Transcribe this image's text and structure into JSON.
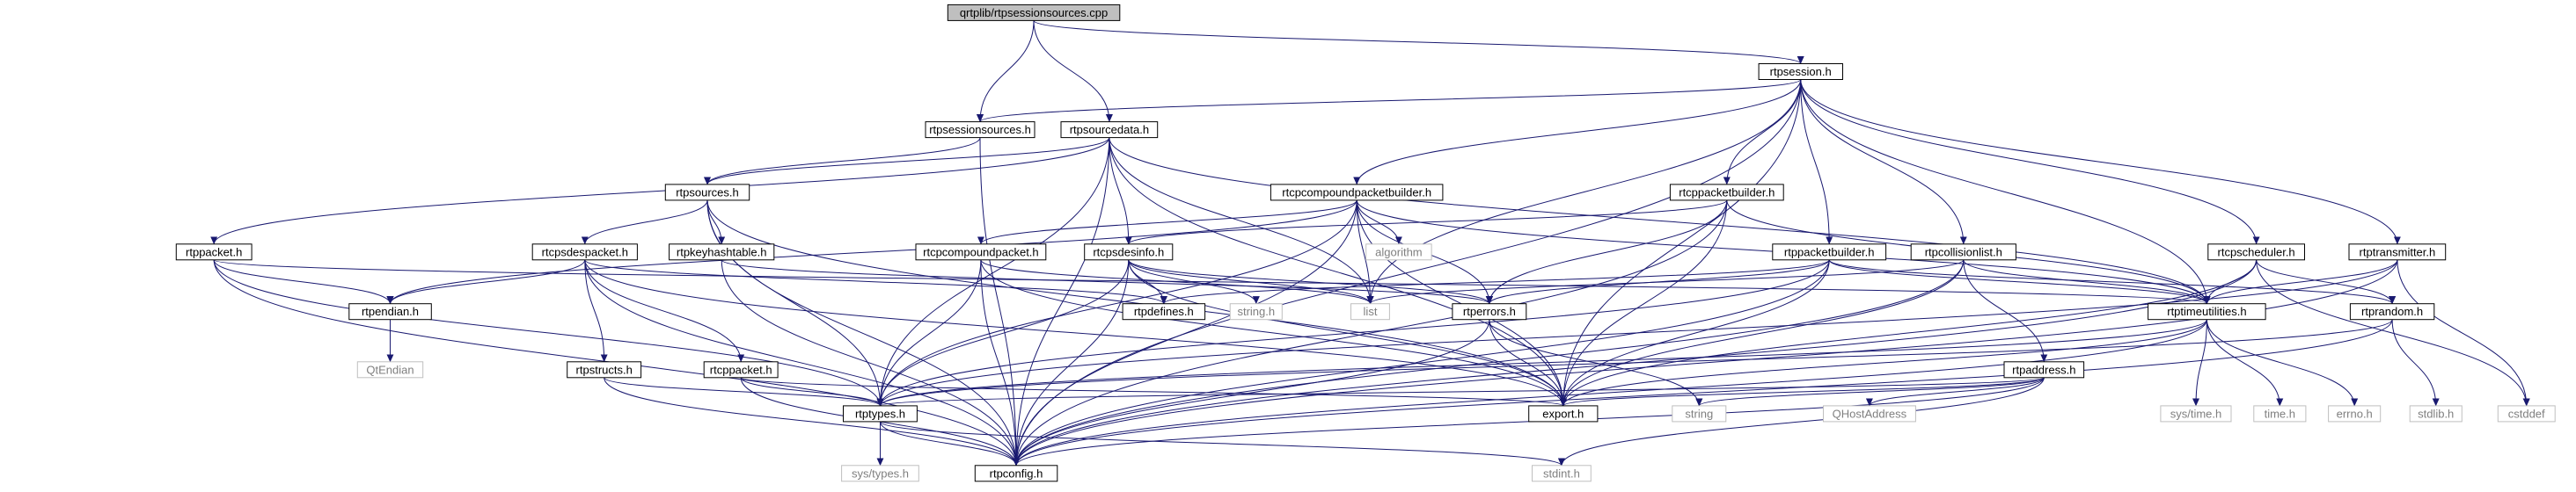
{
  "colors": {
    "edge": "#191970",
    "node_border": "#000000",
    "external_border": "#bfbfbf",
    "root_fill": "#bfbfbf",
    "node_fill": "#ffffff",
    "external_text": "#7f7f7f"
  },
  "nodes": [
    {
      "id": "root",
      "label": "qrtplib/rtpsessionsources.cpp",
      "kind": "root"
    },
    {
      "id": "rtpsession_h",
      "label": "rtpsession.h",
      "kind": "file"
    },
    {
      "id": "rtpsessionsources_h",
      "label": "rtpsessionsources.h",
      "kind": "file"
    },
    {
      "id": "rtpsourcedata_h",
      "label": "rtpsourcedata.h",
      "kind": "file"
    },
    {
      "id": "rtpsources_h",
      "label": "rtpsources.h",
      "kind": "file"
    },
    {
      "id": "rtcpcompoundpacketbuilder_h",
      "label": "rtcpcompoundpacketbuilder.h",
      "kind": "file"
    },
    {
      "id": "rtcppacketbuilder_h",
      "label": "rtcppacketbuilder.h",
      "kind": "file"
    },
    {
      "id": "rtppacket_h",
      "label": "rtppacket.h",
      "kind": "file"
    },
    {
      "id": "rtcpsdespacket_h",
      "label": "rtcpsdespacket.h",
      "kind": "file"
    },
    {
      "id": "rtpkeyhashtable_h",
      "label": "rtpkeyhashtable.h",
      "kind": "file"
    },
    {
      "id": "rtcpcompoundpacket_h",
      "label": "rtcpcompoundpacket.h",
      "kind": "file"
    },
    {
      "id": "rtcpsdesinfo_h",
      "label": "rtcpsdesinfo.h",
      "kind": "file"
    },
    {
      "id": "algorithm",
      "label": "algorithm",
      "kind": "external"
    },
    {
      "id": "rtppacketbuilder_h",
      "label": "rtppacketbuilder.h",
      "kind": "file"
    },
    {
      "id": "rtpcollisionlist_h",
      "label": "rtpcollisionlist.h",
      "kind": "file"
    },
    {
      "id": "rtcpscheduler_h",
      "label": "rtcpscheduler.h",
      "kind": "file"
    },
    {
      "id": "rtptransmitter_h",
      "label": "rtptransmitter.h",
      "kind": "file"
    },
    {
      "id": "rtpendian_h",
      "label": "rtpendian.h",
      "kind": "file"
    },
    {
      "id": "rtpdefines_h",
      "label": "rtpdefines.h",
      "kind": "file"
    },
    {
      "id": "string_h",
      "label": "string.h",
      "kind": "external"
    },
    {
      "id": "list",
      "label": "list",
      "kind": "external"
    },
    {
      "id": "rtperrors_h",
      "label": "rtperrors.h",
      "kind": "file"
    },
    {
      "id": "rtptimeutilities_h",
      "label": "rtptimeutilities.h",
      "kind": "file"
    },
    {
      "id": "rtprandom_h",
      "label": "rtprandom.h",
      "kind": "file"
    },
    {
      "id": "rtpstructs_h",
      "label": "rtpstructs.h",
      "kind": "file"
    },
    {
      "id": "rtcppacket_h",
      "label": "rtcppacket.h",
      "kind": "file"
    },
    {
      "id": "rtpaddress_h",
      "label": "rtpaddress.h",
      "kind": "file"
    },
    {
      "id": "QtEndian",
      "label": "QtEndian",
      "kind": "external"
    },
    {
      "id": "rtptypes_h",
      "label": "rtptypes.h",
      "kind": "file"
    },
    {
      "id": "export_h",
      "label": "export.h",
      "kind": "file"
    },
    {
      "id": "string",
      "label": "string",
      "kind": "external"
    },
    {
      "id": "QHostAddress",
      "label": "QHostAddress",
      "kind": "external"
    },
    {
      "id": "sys_time_h",
      "label": "sys/time.h",
      "kind": "external"
    },
    {
      "id": "time_h",
      "label": "time.h",
      "kind": "external"
    },
    {
      "id": "errno_h",
      "label": "errno.h",
      "kind": "external"
    },
    {
      "id": "stdlib_h",
      "label": "stdlib.h",
      "kind": "external"
    },
    {
      "id": "cstddef",
      "label": "cstddef",
      "kind": "external"
    },
    {
      "id": "sys_types_h",
      "label": "sys/types.h",
      "kind": "external"
    },
    {
      "id": "rtpconfig_h",
      "label": "rtpconfig.h",
      "kind": "file"
    },
    {
      "id": "stdint_h",
      "label": "stdint.h",
      "kind": "external"
    }
  ],
  "edges": [
    [
      "root",
      "rtpsession_h"
    ],
    [
      "root",
      "rtpsessionsources_h"
    ],
    [
      "root",
      "rtpsourcedata_h"
    ],
    [
      "rtpsession_h",
      "rtpsessionsources_h"
    ],
    [
      "rtpsession_h",
      "rtcpcompoundpacketbuilder_h"
    ],
    [
      "rtpsession_h",
      "rtcppacketbuilder_h"
    ],
    [
      "rtpsession_h",
      "rtppacketbuilder_h"
    ],
    [
      "rtpsession_h",
      "rtpcollisionlist_h"
    ],
    [
      "rtpsession_h",
      "rtcpscheduler_h"
    ],
    [
      "rtpsession_h",
      "rtptransmitter_h"
    ],
    [
      "rtpsession_h",
      "list"
    ],
    [
      "rtpsession_h",
      "rtptimeutilities_h"
    ],
    [
      "rtpsession_h",
      "export_h"
    ],
    [
      "rtpsession_h",
      "rtpconfig_h"
    ],
    [
      "rtpsessionsources_h",
      "rtpsources_h"
    ],
    [
      "rtpsessionsources_h",
      "rtpconfig_h"
    ],
    [
      "rtpsourcedata_h",
      "rtpsources_h"
    ],
    [
      "rtpsourcedata_h",
      "rtppacket_h"
    ],
    [
      "rtpsourcedata_h",
      "rtcpsdesinfo_h"
    ],
    [
      "rtpsourcedata_h",
      "list"
    ],
    [
      "rtpsourcedata_h",
      "rtptimeutilities_h"
    ],
    [
      "rtpsourcedata_h",
      "export_h"
    ],
    [
      "rtpsourcedata_h",
      "rtptypes_h"
    ],
    [
      "rtpsourcedata_h",
      "rtpconfig_h"
    ],
    [
      "rtpsources_h",
      "rtcpsdespacket_h"
    ],
    [
      "rtpsources_h",
      "rtpkeyhashtable_h"
    ],
    [
      "rtpsources_h",
      "export_h"
    ],
    [
      "rtpsources_h",
      "rtptypes_h"
    ],
    [
      "rtpsources_h",
      "rtpconfig_h"
    ],
    [
      "rtcpcompoundpacketbuilder_h",
      "rtcpcompoundpacket_h"
    ],
    [
      "rtcpcompoundpacketbuilder_h",
      "algorithm"
    ],
    [
      "rtcpcompoundpacketbuilder_h",
      "list"
    ],
    [
      "rtcpcompoundpacketbuilder_h",
      "rtperrors_h"
    ],
    [
      "rtcpcompoundpacketbuilder_h",
      "rtpendian_h"
    ],
    [
      "rtcpcompoundpacketbuilder_h",
      "rtptimeutilities_h"
    ],
    [
      "rtcpcompoundpacketbuilder_h",
      "export_h"
    ],
    [
      "rtcpcompoundpacketbuilder_h",
      "rtpconfig_h"
    ],
    [
      "rtcpcompoundpacketbuilder_h",
      "rtptypes_h"
    ],
    [
      "rtcppacketbuilder_h",
      "rtcpsdesinfo_h"
    ],
    [
      "rtcppacketbuilder_h",
      "rtperrors_h"
    ],
    [
      "rtcppacketbuilder_h",
      "rtptimeutilities_h"
    ],
    [
      "rtcppacketbuilder_h",
      "export_h"
    ],
    [
      "rtcppacketbuilder_h",
      "rtpconfig_h"
    ],
    [
      "rtppacket_h",
      "rtpendian_h"
    ],
    [
      "rtppacket_h",
      "rtptypes_h"
    ],
    [
      "rtppacket_h",
      "rtptimeutilities_h"
    ],
    [
      "rtppacket_h",
      "rtpconfig_h"
    ],
    [
      "rtcpsdespacket_h",
      "rtpstructs_h"
    ],
    [
      "rtcpsdespacket_h",
      "rtcppacket_h"
    ],
    [
      "rtcpsdespacket_h",
      "rtpendian_h"
    ],
    [
      "rtcpsdespacket_h",
      "rtpdefines_h"
    ],
    [
      "rtcpsdespacket_h",
      "export_h"
    ],
    [
      "rtcpsdespacket_h",
      "rtpconfig_h"
    ],
    [
      "rtpkeyhashtable_h",
      "rtperrors_h"
    ],
    [
      "rtpkeyhashtable_h",
      "rtpconfig_h"
    ],
    [
      "rtcpcompoundpacket_h",
      "list"
    ],
    [
      "rtcpcompoundpacket_h",
      "rtptypes_h"
    ],
    [
      "rtcpcompoundpacket_h",
      "export_h"
    ],
    [
      "rtcpcompoundpacket_h",
      "rtpconfig_h"
    ],
    [
      "rtcpsdesinfo_h",
      "rtpdefines_h"
    ],
    [
      "rtcpsdesinfo_h",
      "string_h"
    ],
    [
      "rtcpsdesinfo_h",
      "list"
    ],
    [
      "rtcpsdesinfo_h",
      "rtptypes_h"
    ],
    [
      "rtcpsdesinfo_h",
      "rtperrors_h"
    ],
    [
      "rtcpsdesinfo_h",
      "export_h"
    ],
    [
      "rtcpsdesinfo_h",
      "rtpconfig_h"
    ],
    [
      "rtppacketbuilder_h",
      "rtpdefines_h"
    ],
    [
      "rtppacketbuilder_h",
      "rtperrors_h"
    ],
    [
      "rtppacketbuilder_h",
      "rtptimeutilities_h"
    ],
    [
      "rtppacketbuilder_h",
      "rtprandom_h"
    ],
    [
      "rtppacketbuilder_h",
      "export_h"
    ],
    [
      "rtppacketbuilder_h",
      "rtptypes_h"
    ],
    [
      "rtppacketbuilder_h",
      "rtpconfig_h"
    ],
    [
      "rtpcollisionlist_h",
      "rtpaddress_h"
    ],
    [
      "rtpcollisionlist_h",
      "list"
    ],
    [
      "rtpcollisionlist_h",
      "rtptimeutilities_h"
    ],
    [
      "rtpcollisionlist_h",
      "export_h"
    ],
    [
      "rtpcollisionlist_h",
      "rtpconfig_h"
    ],
    [
      "rtcpscheduler_h",
      "rtptimeutilities_h"
    ],
    [
      "rtcpscheduler_h",
      "rtprandom_h"
    ],
    [
      "rtcpscheduler_h",
      "cstddef"
    ],
    [
      "rtcpscheduler_h",
      "export_h"
    ],
    [
      "rtcpscheduler_h",
      "rtpconfig_h"
    ],
    [
      "rtptransmitter_h",
      "rtptimeutilities_h"
    ],
    [
      "rtptransmitter_h",
      "cstddef"
    ],
    [
      "rtptransmitter_h",
      "rtptypes_h"
    ],
    [
      "rtptransmitter_h",
      "rtpconfig_h"
    ],
    [
      "rtpendian_h",
      "QtEndian"
    ],
    [
      "rtperrors_h",
      "string"
    ],
    [
      "rtperrors_h",
      "export_h"
    ],
    [
      "rtperrors_h",
      "rtpconfig_h"
    ],
    [
      "rtptimeutilities_h",
      "sys_time_h"
    ],
    [
      "rtptimeutilities_h",
      "time_h"
    ],
    [
      "rtptimeutilities_h",
      "errno_h"
    ],
    [
      "rtptimeutilities_h",
      "rtptypes_h"
    ],
    [
      "rtptimeutilities_h",
      "export_h"
    ],
    [
      "rtptimeutilities_h",
      "rtpconfig_h"
    ],
    [
      "rtprandom_h",
      "stdlib_h"
    ],
    [
      "rtprandom_h",
      "rtptypes_h"
    ],
    [
      "rtprandom_h",
      "rtpconfig_h"
    ],
    [
      "rtpstructs_h",
      "rtptypes_h"
    ],
    [
      "rtpstructs_h",
      "rtpconfig_h"
    ],
    [
      "rtcppacket_h",
      "rtptypes_h"
    ],
    [
      "rtcppacket_h",
      "export_h"
    ],
    [
      "rtcppacket_h",
      "rtpconfig_h"
    ],
    [
      "rtpaddress_h",
      "string"
    ],
    [
      "rtpaddress_h",
      "QHostAddress"
    ],
    [
      "rtpaddress_h",
      "export_h"
    ],
    [
      "rtpaddress_h",
      "rtptypes_h"
    ],
    [
      "rtpaddress_h",
      "stdint_h"
    ],
    [
      "rtpaddress_h",
      "rtpconfig_h"
    ],
    [
      "rtptypes_h",
      "sys_types_h"
    ],
    [
      "rtptypes_h",
      "stdint_h"
    ],
    [
      "rtptypes_h",
      "rtpconfig_h"
    ]
  ]
}
